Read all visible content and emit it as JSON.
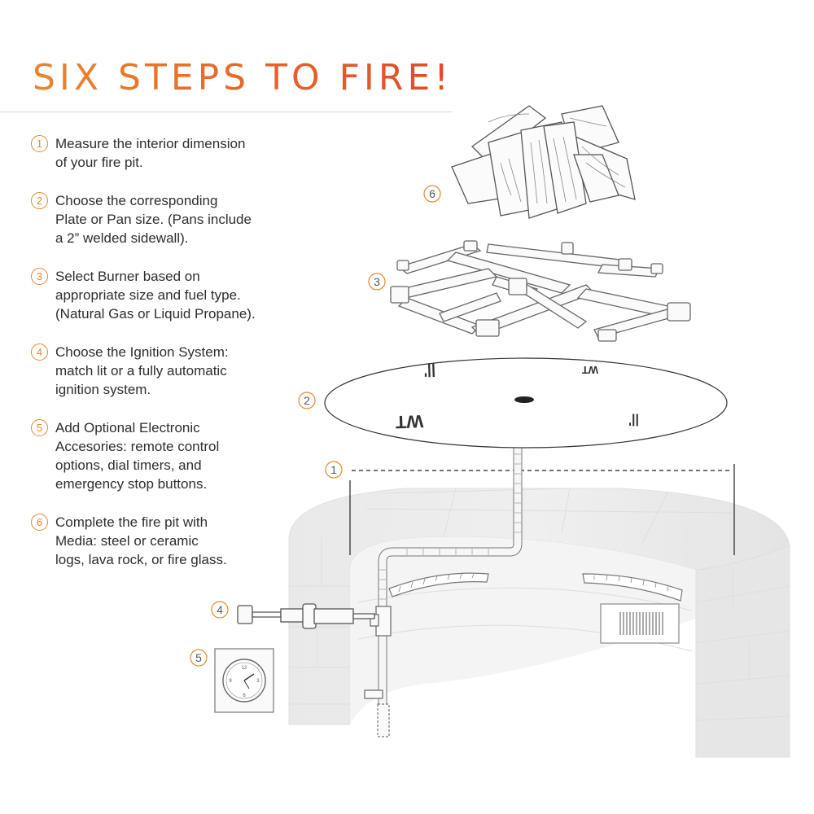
{
  "title": "SIX STEPS TO FIRE!",
  "steps": [
    {
      "num": "1",
      "text": "Measure the interior dimension\nof your fire pit."
    },
    {
      "num": "2",
      "text": "Choose the corresponding\nPlate or Pan size. (Pans include\na 2” welded sidewall)."
    },
    {
      "num": "3",
      "text": "Select Burner based on\nappropriate size and fuel type.\n(Natural Gas or Liquid Propane)."
    },
    {
      "num": "4",
      "text": "Choose the Ignition System:\nmatch lit or a fully automatic\nignition system."
    },
    {
      "num": "5",
      "text": "Add Optional Electronic\nAccesories: remote control\noptions, dial timers, and\nemergency stop buttons."
    },
    {
      "num": "6",
      "text": "Complete the fire pit with\nMedia: steel or ceramic\nlogs, lava rock, or fire glass."
    }
  ],
  "callouts": {
    "logs": "6",
    "burner": "3",
    "plate": "2",
    "measure": "1",
    "ignition": "4",
    "timer": "5"
  },
  "plate_markings": {
    "a": "WT",
    "b": "||'",
    "c": "WT",
    "d": "||'"
  },
  "timer_dial": {
    "top": "12",
    "right": "3",
    "bottom": "6",
    "left": "9"
  },
  "colors": {
    "accent": "#e8872e",
    "accent_end": "#e04a2a",
    "wall": "#ececec",
    "line": "#8a8a8a"
  }
}
